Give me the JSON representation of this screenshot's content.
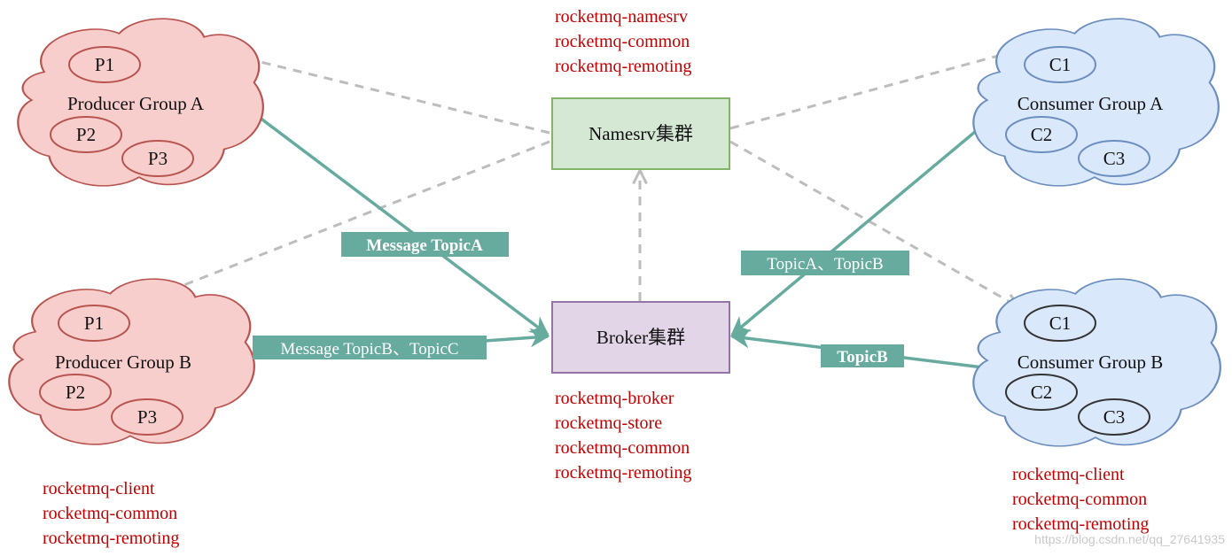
{
  "colors": {
    "producer_fill": "#f8cecc",
    "producer_stroke": "#b85450",
    "consumer_fill": "#dae8fc",
    "consumer_stroke": "#6c8ebf",
    "namesrv_fill": "#d5e8d4",
    "namesrv_stroke": "#82b366",
    "broker_fill": "#e1d5e7",
    "broker_stroke": "#9673a6",
    "message_edge": "#67ab9f",
    "route_edge": "#bdbdbd",
    "module_text": "#c00000"
  },
  "producer_group_a": {
    "title": "Producer Group A",
    "members": [
      "P1",
      "P2",
      "P3"
    ]
  },
  "producer_group_b": {
    "title": "Producer Group B",
    "members": [
      "P1",
      "P2",
      "P3"
    ]
  },
  "consumer_group_a": {
    "title": "Consumer Group A",
    "members": [
      "C1",
      "C2",
      "C3"
    ]
  },
  "consumer_group_b": {
    "title": "Consumer Group B",
    "members": [
      "C1",
      "C2",
      "C3"
    ]
  },
  "namesrv": {
    "label": "Namesrv集群",
    "modules": [
      "rocketmq-namesrv",
      "rocketmq-common",
      "rocketmq-remoting"
    ]
  },
  "broker": {
    "label": "Broker集群",
    "modules": [
      "rocketmq-broker",
      "rocketmq-store",
      "rocketmq-common",
      "rocketmq-remoting"
    ]
  },
  "producer_modules": [
    "rocketmq-client",
    "rocketmq-common",
    "rocketmq-remoting"
  ],
  "consumer_modules": [
    "rocketmq-client",
    "rocketmq-common",
    "rocketmq-remoting"
  ],
  "edges": {
    "producer_a_to_broker": "Message TopicA",
    "producer_b_to_broker": "Message TopicB、TopicC",
    "broker_to_consumer_a": "TopicA、TopicB",
    "broker_to_consumer_b": "TopicB"
  },
  "watermark": "https://blog.csdn.net/qq_27641935"
}
